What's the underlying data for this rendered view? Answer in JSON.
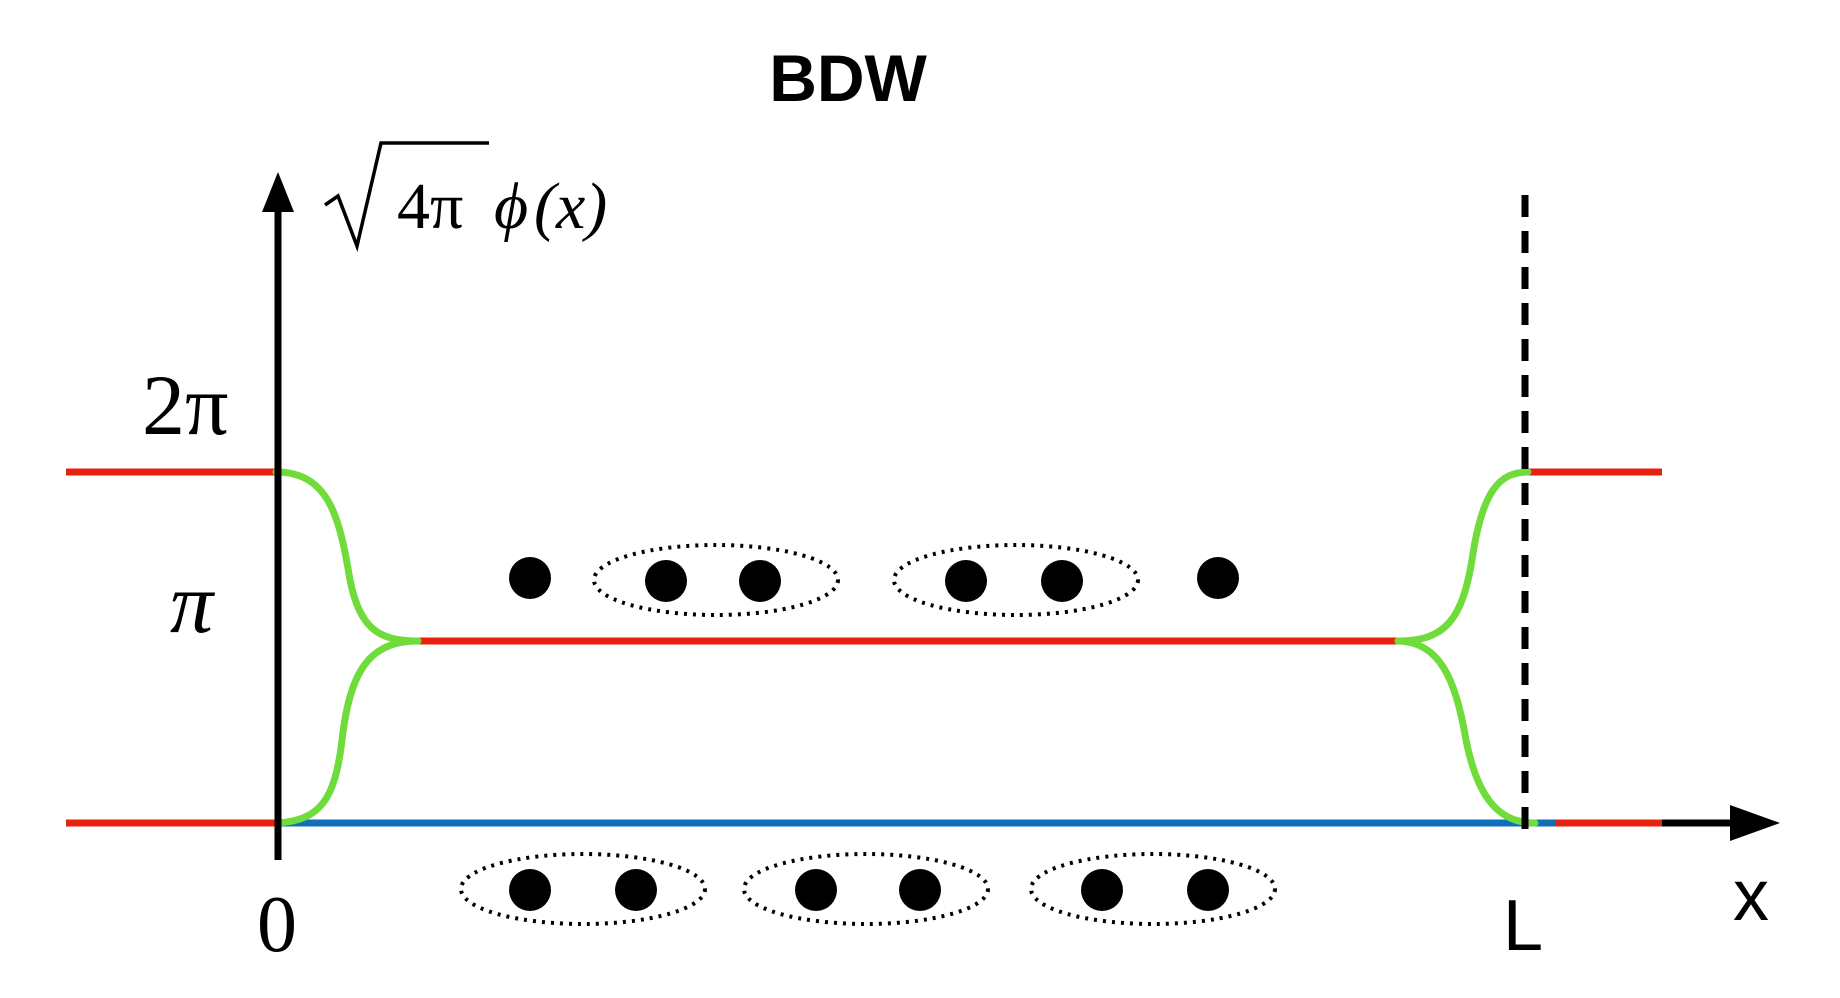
{
  "title": "BDW",
  "y_axis_label": {
    "root_arg": "4π",
    "func": "ϕ",
    "arg": "(x)"
  },
  "tick_labels": {
    "two_pi": "2π",
    "pi": "π",
    "zero": "0",
    "L": "L",
    "x": "x"
  },
  "colors": {
    "red": "#e8210f",
    "green": "#6fdc3c",
    "blue": "#0f6fb8",
    "black": "#000000"
  }
}
